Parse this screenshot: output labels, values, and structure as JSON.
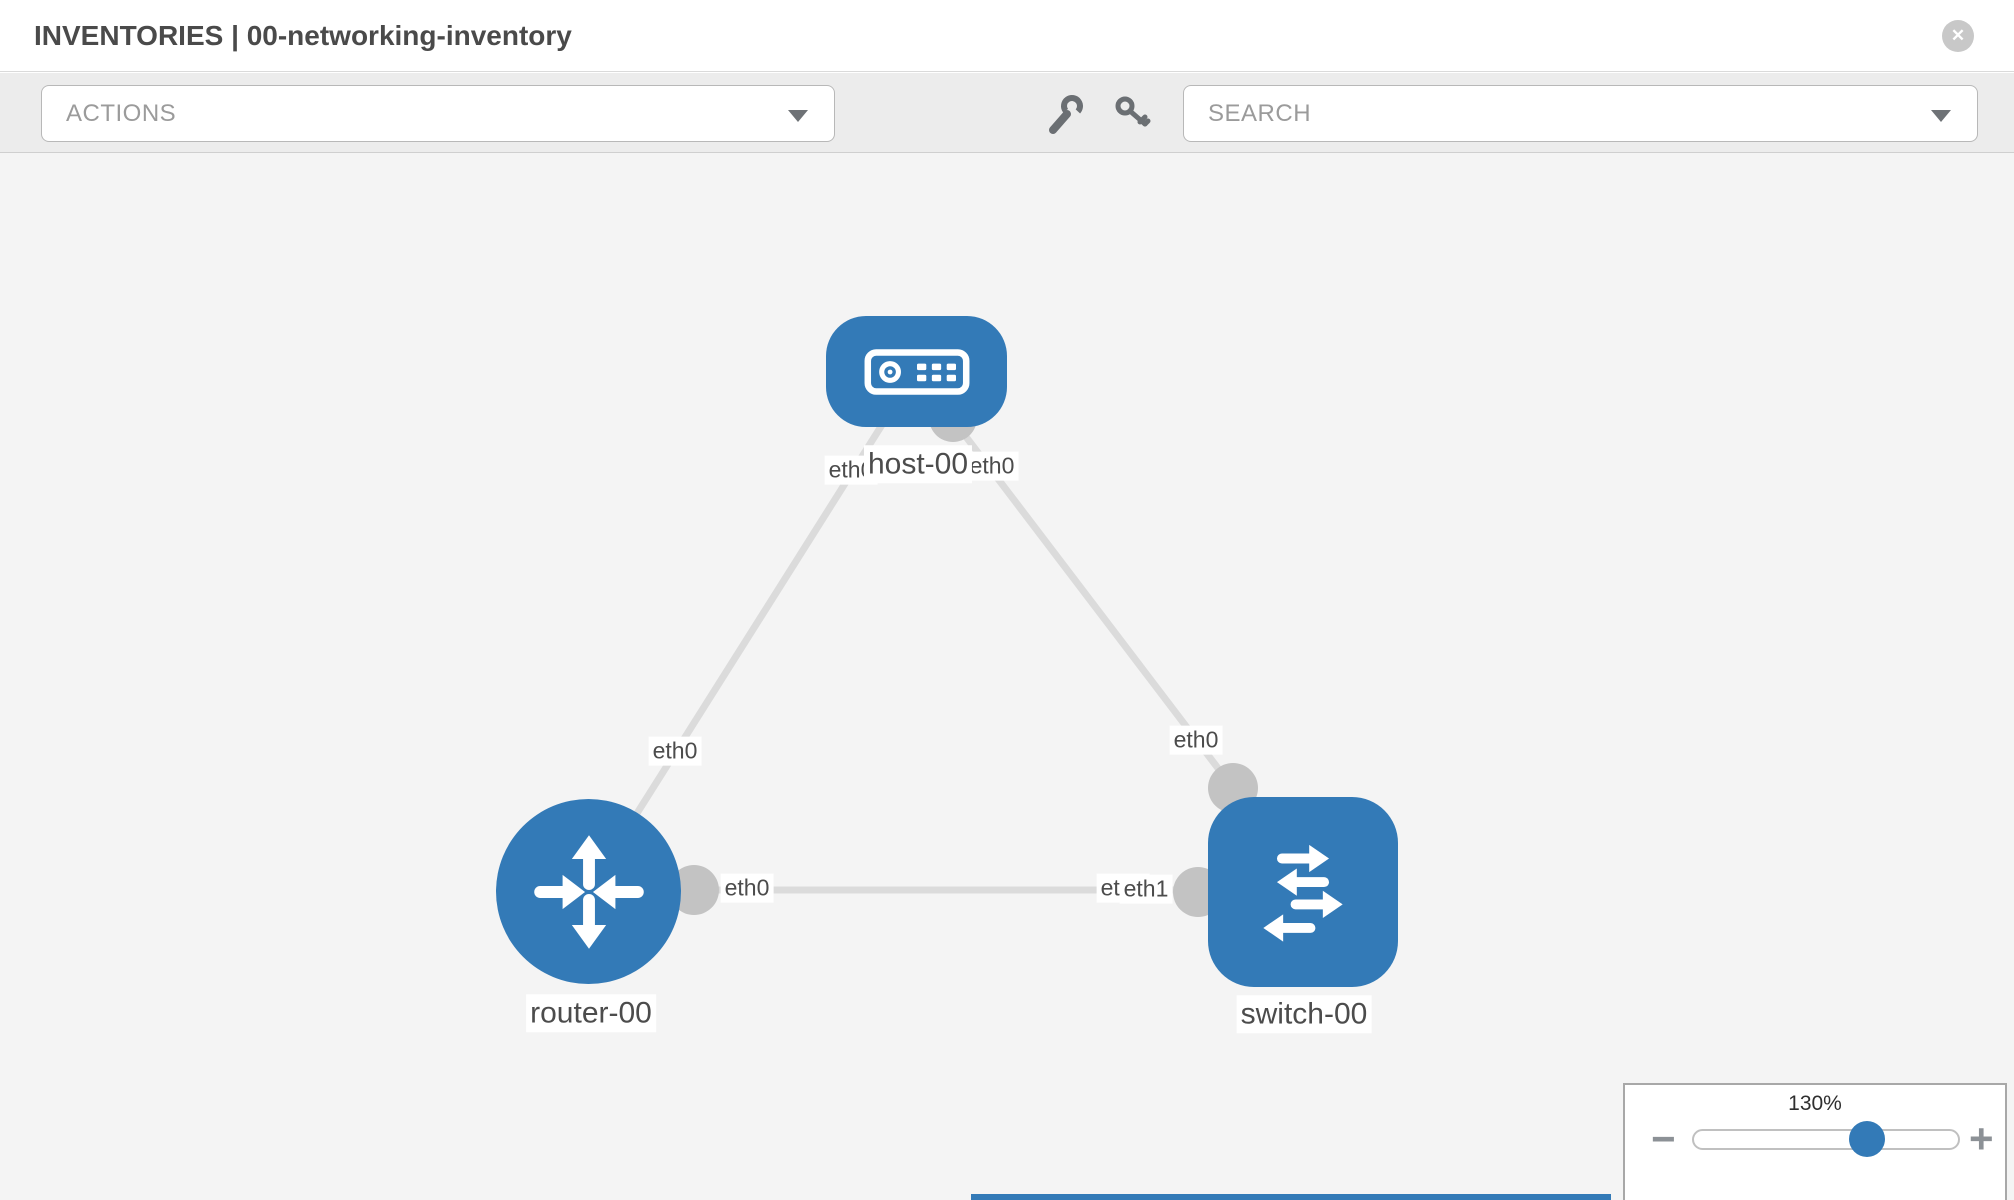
{
  "header": {
    "title": "INVENTORIES | 00-networking-inventory"
  },
  "toolbar": {
    "actions_label": "ACTIONS",
    "search_placeholder": "SEARCH"
  },
  "icons": {
    "close": "✕",
    "wrench": "wrench-icon",
    "key": "key-icon",
    "caret": "caret-down"
  },
  "topology": {
    "nodes": [
      {
        "label": "host-00",
        "type": "host"
      },
      {
        "label": "router-00",
        "type": "router"
      },
      {
        "label": "switch-00",
        "type": "switch"
      }
    ],
    "interfaces": {
      "host_left": "eth0",
      "host_right": "eth0",
      "host_router_mid": "eth0",
      "host_switch_mid": "eth0",
      "router_port": "eth0",
      "switch_port_back": "eth0",
      "switch_port_front": "eth1"
    },
    "links": [
      {
        "from": "host-00",
        "from_if": "eth0",
        "to": "router-00",
        "to_if": "eth0"
      },
      {
        "from": "host-00",
        "from_if": "eth0",
        "to": "switch-00",
        "to_if": "eth0"
      },
      {
        "from": "router-00",
        "from_if": "eth0",
        "to": "switch-00",
        "to_if": "eth1"
      }
    ]
  },
  "zoom_control": {
    "level": "130%",
    "minus_label": "−",
    "plus_label": "+"
  },
  "colors": {
    "node_blue": "#337ab7",
    "link_gray": "#dbdbdb",
    "port_gray": "#c3c3c3",
    "canvas_bg": "#f4f4f4",
    "toolbar_bg": "#ececec",
    "label_text": "#4c4c4c"
  }
}
